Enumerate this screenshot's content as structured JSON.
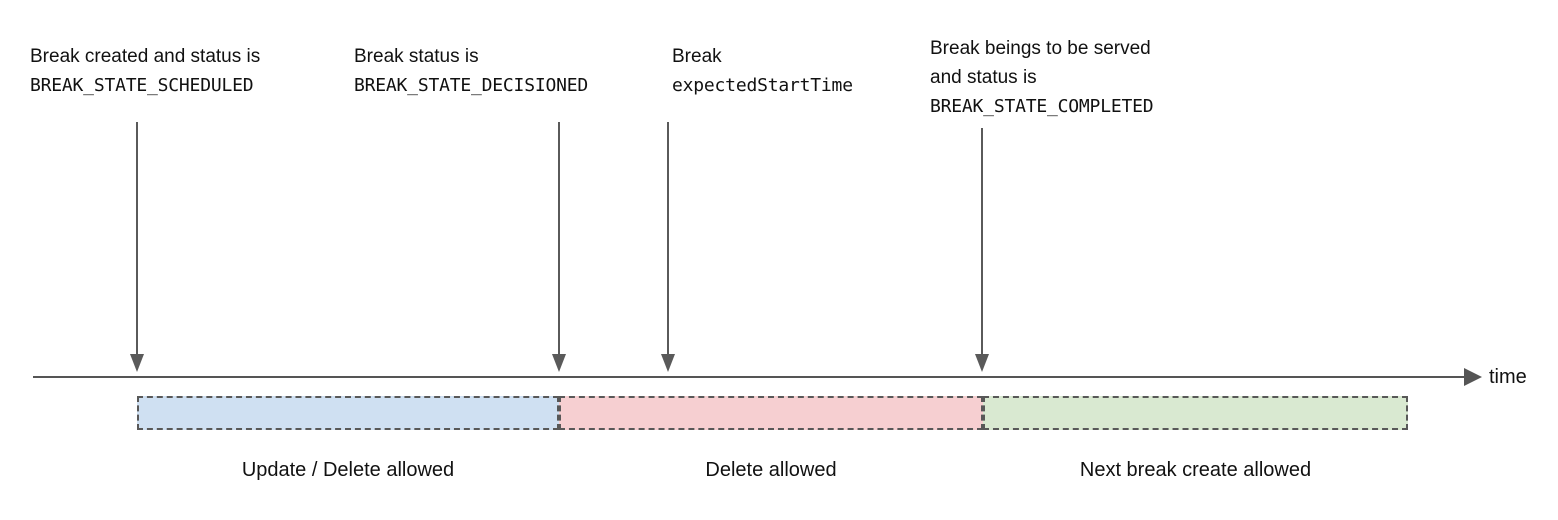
{
  "diagram": {
    "axis": {
      "label": "time"
    },
    "annotations": [
      {
        "id": "annotation-1",
        "lines": [
          {
            "text": "Break created and status is",
            "style": "sans"
          },
          {
            "text": "BREAK_STATE_SCHEDULED",
            "style": "mono"
          }
        ]
      },
      {
        "id": "annotation-2",
        "lines": [
          {
            "text": "Break status is",
            "style": "sans"
          },
          {
            "text": "BREAK_STATE_DECISIONED",
            "style": "mono"
          }
        ]
      },
      {
        "id": "annotation-3",
        "lines": [
          {
            "text": "Break",
            "style": "sans"
          },
          {
            "text": "expectedStartTime",
            "style": "mono"
          }
        ]
      },
      {
        "id": "annotation-4",
        "lines": [
          {
            "text": "Break beings to be served",
            "style": "sans"
          },
          {
            "text": "and status is",
            "style": "sans"
          },
          {
            "text": "BREAK_STATE_COMPLETED",
            "style": "mono"
          }
        ]
      }
    ],
    "phases": [
      {
        "id": "phase-1",
        "caption": "Update / Delete allowed",
        "color": "#cfe0f2",
        "border_color": "#585858"
      },
      {
        "id": "phase-2",
        "caption": "Delete allowed",
        "color": "#f6cfd1",
        "border_color": "#585858"
      },
      {
        "id": "phase-3",
        "caption": "Next break create allowed",
        "color": "#d9e9d1",
        "border_color": "#585858"
      }
    ],
    "arrow_color": "#5a5a5a",
    "axis_color": "#555555"
  }
}
